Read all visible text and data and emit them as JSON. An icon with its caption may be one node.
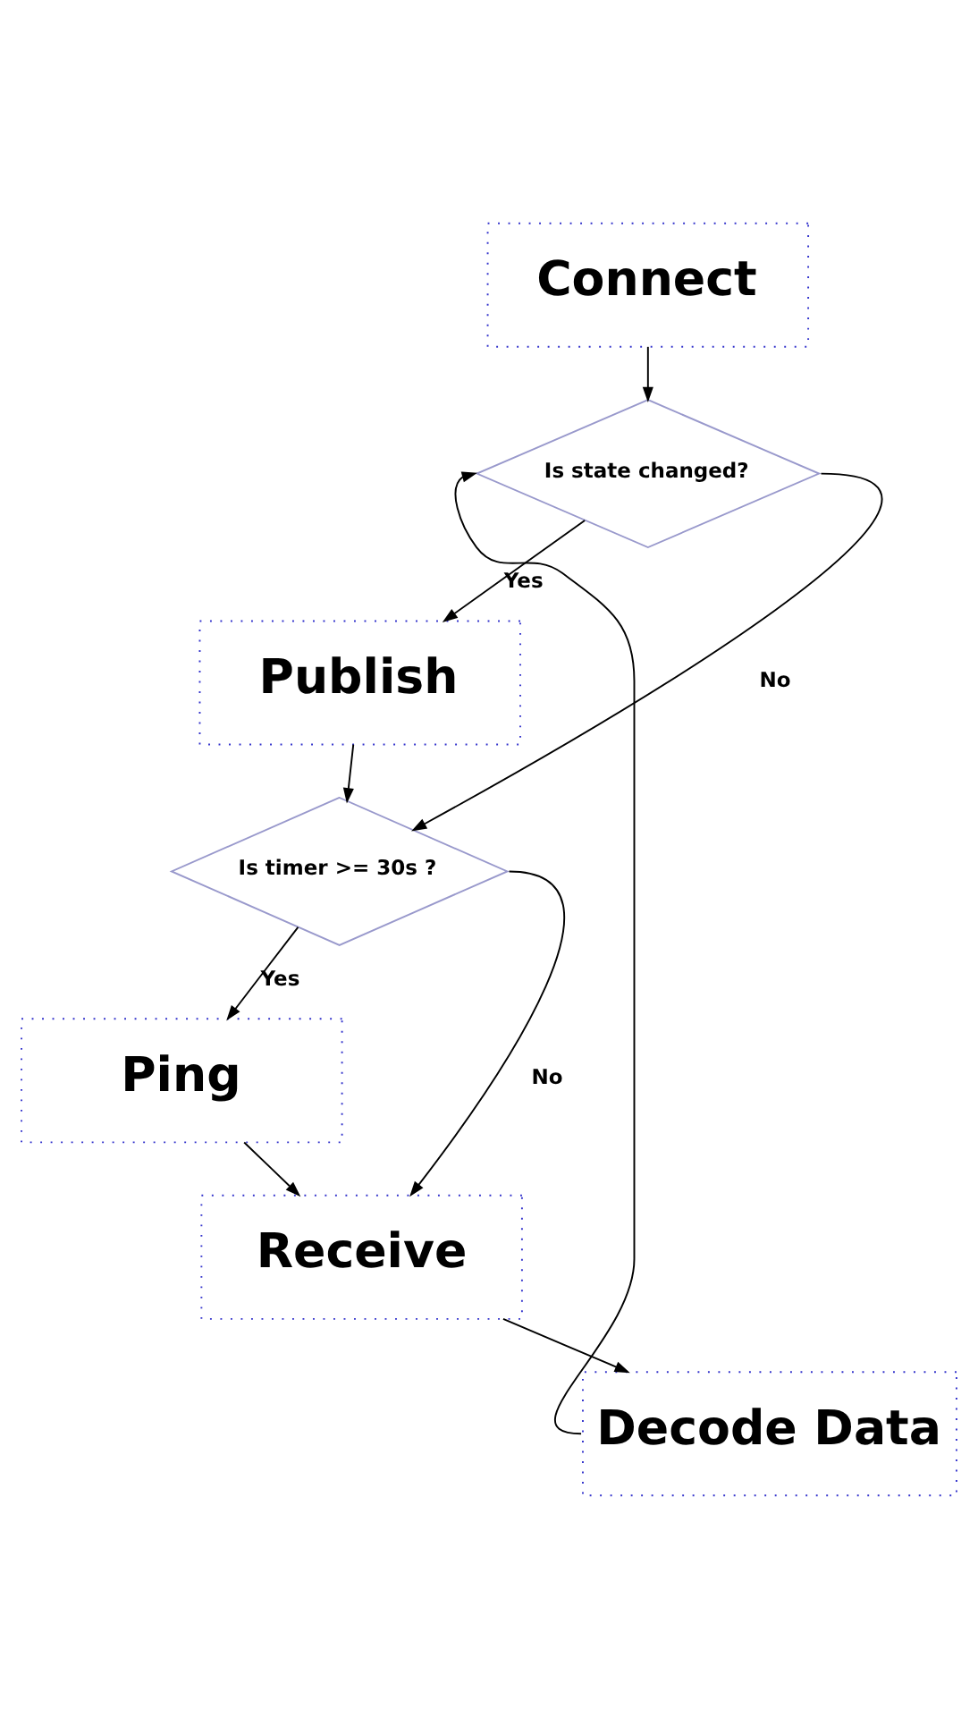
{
  "diagram": {
    "nodes": [
      {
        "text": [
          "Connect"
        ]
      },
      {
        "text": [
          "Is state changed?"
        ]
      },
      {
        "text": [
          "Publish"
        ]
      },
      {
        "text": [
          "Is timer >= 30s ?"
        ]
      },
      {
        "text": [
          "Ping"
        ]
      },
      {
        "text": [
          "Receive"
        ]
      },
      {
        "text": [
          "Decode Data"
        ]
      }
    ],
    "edges": [
      {
        "from": 0,
        "to": 1,
        "arrow": "to"
      },
      {
        "from": 1,
        "to": 2,
        "arrow": "to",
        "label": "Yes"
      },
      {
        "from": 1,
        "to": 3,
        "arrow": "to",
        "label": "No"
      },
      {
        "from": 2,
        "to": 3,
        "arrow": "to"
      },
      {
        "from": 3,
        "to": 4,
        "arrow": "to",
        "label": "Yes"
      },
      {
        "from": 3,
        "to": 5,
        "arrow": "to",
        "label": "No"
      },
      {
        "from": 4,
        "to": 5,
        "arrow": "to"
      },
      {
        "from": 5,
        "to": 6,
        "arrow": "to"
      },
      {
        "from": 6,
        "to": 1,
        "arrow": "to"
      }
    ]
  }
}
